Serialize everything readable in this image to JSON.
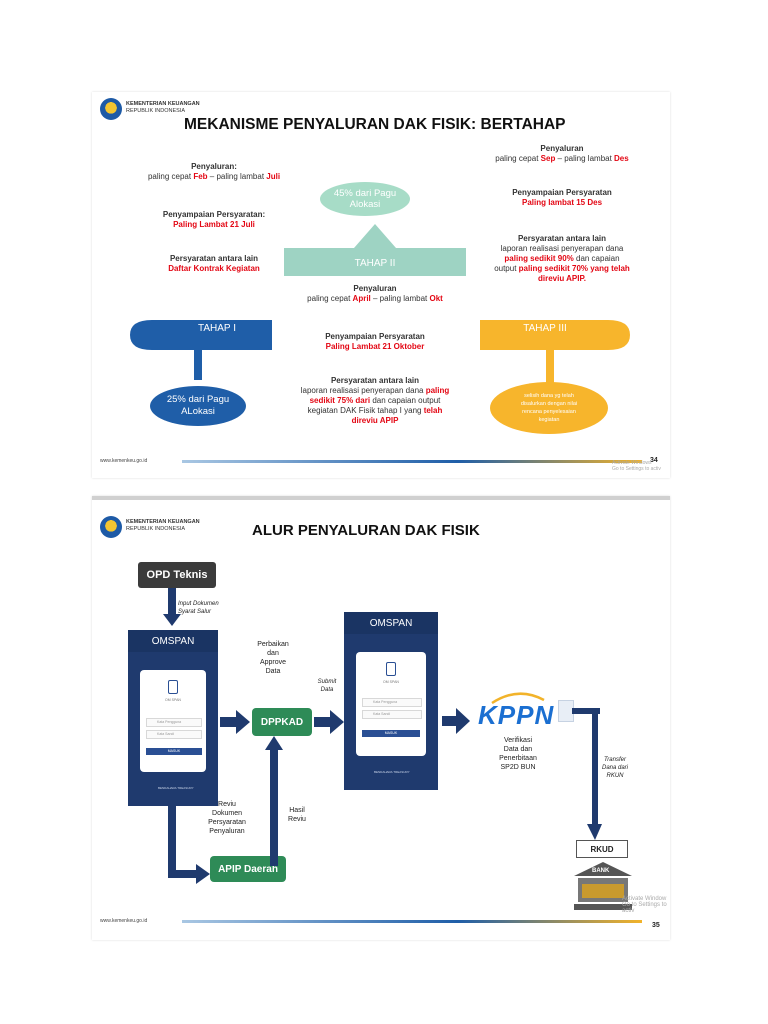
{
  "org": {
    "name": "KEMENTERIAN KEUANGAN",
    "sub": "REPUBLIK INDONESIA"
  },
  "slide1": {
    "title": "MEKANISME PENYALURAN DAK FISIK: BERTAHAP",
    "tahap1": {
      "label": "TAHAP I",
      "ellipse": [
        "25% dari Pagu",
        "ALokasi"
      ],
      "penyaluran_title": "Penyaluran:",
      "penyaluran": [
        "paling cepat ",
        "Feb",
        " – paling lambat ",
        "Juli"
      ],
      "persyaratan_title": "Penyampaian Persyaratan:",
      "persyaratan_value": "Paling Lambat 21 Juli",
      "antara_title": "Persyaratan antara lain",
      "antara_value": "Daftar Kontrak Kegiatan"
    },
    "tahap2": {
      "label": "TAHAP II",
      "ellipse": [
        "45% dari Pagu",
        "Alokasi"
      ],
      "penyaluran_title": "Penyaluran",
      "penyaluran": [
        "paling cepat ",
        "April",
        " – paling lambat ",
        "Okt"
      ],
      "persyaratan_title": "Penyampaian Persyaratan",
      "persyaratan_value": "Paling Lambat 21 Oktober",
      "antara_title": "Persyaratan antara lain",
      "antara_lines": [
        [
          "laporan realisasi penyerapan dana ",
          "paling"
        ],
        [
          "sedikit 75% dari",
          " dan capaian output"
        ],
        [
          "kegiatan DAK Fisik tahap I yang ",
          "telah"
        ],
        [
          "",
          "direviu APIP"
        ]
      ]
    },
    "tahap3": {
      "label": "TAHAP III",
      "ellipse": [
        "selisih dana yg telah",
        "disalurkan dengan nilai",
        "rencana penyelesaian",
        "kegiatan"
      ],
      "penyaluran_title": "Penyaluran",
      "penyaluran": [
        "paling cepat ",
        "Sep",
        " – paling lambat ",
        "Des"
      ],
      "persyaratan_title": "Penyampaian Persyaratan",
      "persyaratan_value": "Paling lambat 15 Des",
      "antara_title": "Persyaratan antara lain",
      "antara_lines": [
        [
          "laporan realisasi penyerapan dana",
          ""
        ],
        [
          "",
          "paling sedikit 90%",
          " dan capaian"
        ],
        [
          "output ",
          "paling sedikit 70% yang telah"
        ],
        [
          "",
          "direviu APIP."
        ]
      ]
    },
    "footer_url": "www.kemenkeu.go.id",
    "page": "34",
    "watermark": [
      "Activate Windows",
      "Go to Settings to activ"
    ]
  },
  "slide2": {
    "title": "ALUR PENYALURAN DAK FISIK",
    "opd": "OPD Teknis",
    "input_note": [
      "Input Dokumen",
      "Syarat Salur"
    ],
    "omspan": "OMSPAN",
    "app_name": "OM SPAN",
    "field1": "Kata Pengguna",
    "field2": "Kata Sandi",
    "login": "MASUK",
    "treasury": "BENDAHARA TREASURY",
    "perbaikan": [
      "Perbaikan",
      "dan",
      "Approve",
      "Data"
    ],
    "submit": [
      "Submit",
      "Data"
    ],
    "dppkad": "DPPKAD",
    "kppn": "KPPN",
    "verifikasi": [
      "Verifikasi",
      "Data dan",
      "Penerbitaan",
      "SP2D BUN"
    ],
    "transfer": [
      "Transfer",
      "Dana dari",
      "RKUN"
    ],
    "rkud": "RKUD",
    "bank": "BANK",
    "hasil": [
      "Hasil",
      "Reviu"
    ],
    "reviu": [
      "Reviu",
      "Dokumen",
      "Persyaratan",
      "Penyaluran"
    ],
    "apip": "APIP Daerah",
    "footer_url": "www.kemenkeu.go.id",
    "page": "35",
    "watermark": [
      "Activate Window",
      "Go to Settings to activ"
    ]
  },
  "colors": {
    "tahap1": "#1f5ea8",
    "tahap2": "#9ed3c3",
    "tahap3": "#f7b52c",
    "ellipse1": "#1f5ea8",
    "ellipse2": "#a7dcc7",
    "ellipse3": "#f7b52c",
    "opd": "#3b3b3b",
    "green": "#2e8b57",
    "arrow": "#1f3a6e",
    "kppn_blue": "#1b6fd1",
    "kppn_yellow": "#f2b32a"
  }
}
